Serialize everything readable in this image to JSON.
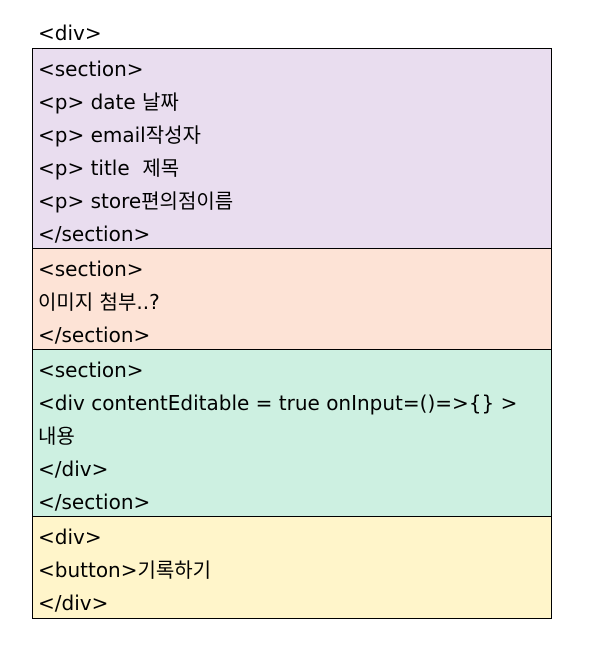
{
  "outer_open": "<div>",
  "blocks": [
    {
      "color": "#e9ddef",
      "lines": [
        "<section>",
        "<p> date 날짜",
        "<p> email작성자",
        "<p> title  제목",
        "<p> store편의점이름",
        "</section>"
      ]
    },
    {
      "color": "#fde3d6",
      "lines": [
        "<section>",
        "이미지 첨부..?",
        "</section>"
      ]
    },
    {
      "color": "#cdf0e1",
      "lines": [
        "<section>",
        "<div contentEditable = true onInput=()=>{} >",
        "내용",
        "</div>",
        "</section>"
      ]
    },
    {
      "color": "#fff5ca",
      "lines": [
        "<div>",
        "<button>기록하기",
        "</div>"
      ]
    }
  ]
}
